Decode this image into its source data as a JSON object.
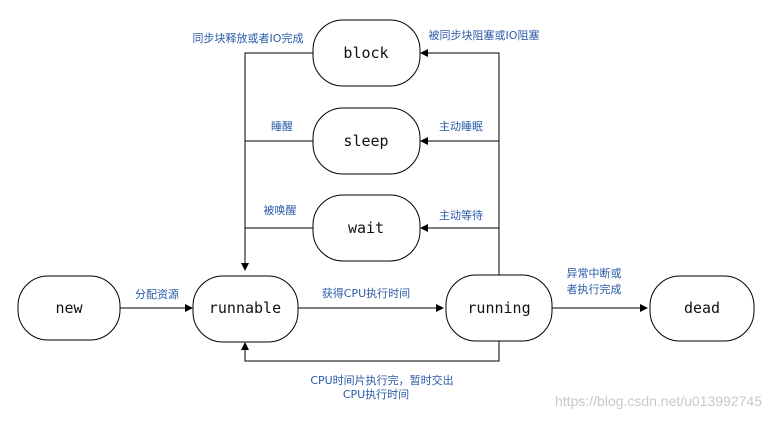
{
  "nodes": {
    "new": "new",
    "runnable": "runnable",
    "running": "running",
    "dead": "dead",
    "block": "block",
    "sleep": "sleep",
    "wait": "wait"
  },
  "edges": {
    "new_to_runnable": "分配资源",
    "runnable_to_running": "获得CPU执行时间",
    "running_to_dead_line1": "异常中断或",
    "running_to_dead_line2": "者执行完成",
    "running_to_block": "被同步块阻塞或IO阻塞",
    "block_to_runnable": "同步块释放或者IO完成",
    "running_to_sleep": "主动睡眠",
    "sleep_to_runnable": "睡醒",
    "running_to_wait": "主动等待",
    "wait_to_runnable": "被唤醒",
    "running_to_runnable_line1": "CPU时间片执行完，暂时交出",
    "running_to_runnable_line2": "CPU执行时间"
  },
  "watermark": "https://blog.csdn.net/u013992745",
  "colors": {
    "label_text": "#2a5aa8",
    "stroke": "#000000",
    "watermark": "#c9c9c9"
  }
}
